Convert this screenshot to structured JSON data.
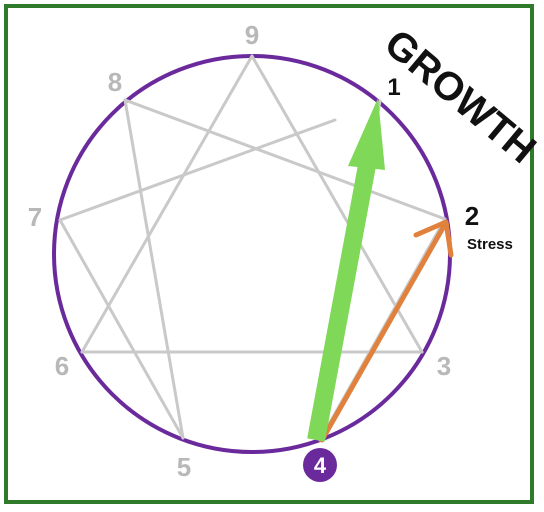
{
  "diagram": {
    "points": [
      {
        "number": "9"
      },
      {
        "number": "8"
      },
      {
        "number": "7"
      },
      {
        "number": "6"
      },
      {
        "number": "5"
      },
      {
        "number": "3"
      },
      {
        "number": "1"
      },
      {
        "number": "2"
      }
    ],
    "current_type": "4",
    "stress_label": "Stress",
    "growth_label": "GROWTH",
    "colors": {
      "circle": "#6a2a9c",
      "lines": "#c9c9c9",
      "numbers_faded": "#b8b8b8",
      "numbers_dark": "#111111",
      "growth_arrow": "#7fd858",
      "stress_arrow": "#e0813d",
      "badge": "#6a2a9c",
      "frame": "#2f7a2b"
    }
  }
}
